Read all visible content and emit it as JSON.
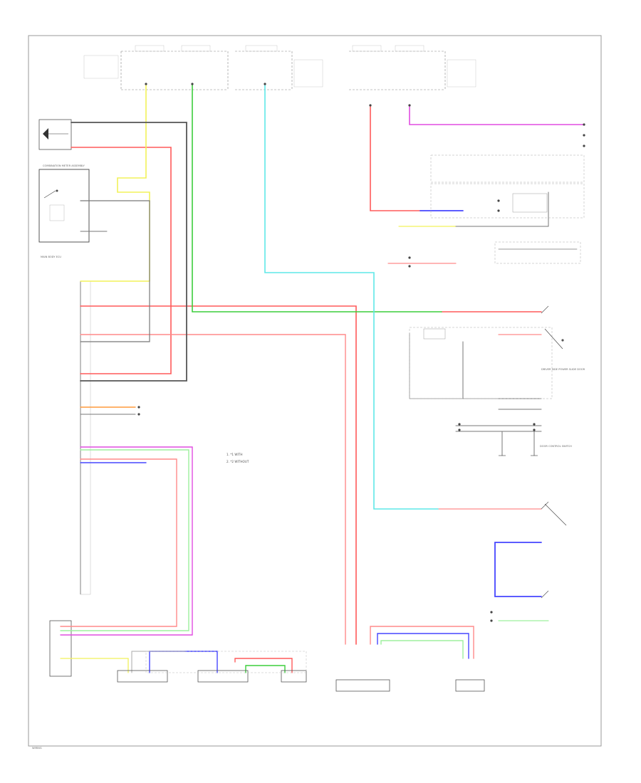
{
  "colors": {
    "red": "#ff4d4d",
    "pink": "#ff8a8a",
    "green": "#3ccd3c",
    "lightgreen": "#9df09d",
    "yellow": "#f2f25a",
    "cyan": "#5fe8e8",
    "blue": "#4646ff",
    "magenta": "#e14de1",
    "orange": "#ff9a3c",
    "black": "#333333",
    "grey": "#9a9a9a"
  },
  "labels": {
    "combination_meter": "COMBINATION METER ASSEMBLY",
    "main_body_ecu": "MAIN BODY ECU",
    "door_control_switch": "DOOR CONTROL SWITCH",
    "driver_switch": "DRIVER SIDE POWER SLIDE DOOR",
    "legend_1": "1. *1 WITH",
    "legend_2": "2. *2 WITHOUT",
    "page_ref": "WIRING"
  }
}
